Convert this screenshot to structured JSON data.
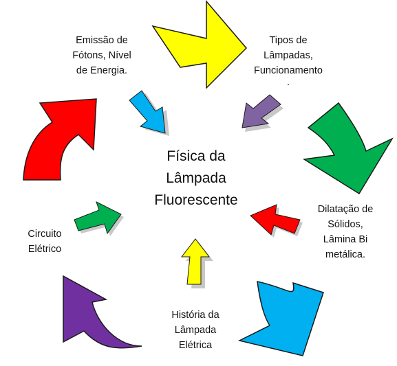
{
  "center": {
    "lines": [
      "Física da",
      "Lâmpada",
      "Fluorescente"
    ]
  },
  "topics": {
    "emissao": {
      "lines": [
        "Emissão  de",
        "Fótons, Nível",
        "de Energia."
      ]
    },
    "tipos": {
      "lines": [
        "Tipos de",
        "Lâmpadas,",
        "Funcionamento",
        "."
      ]
    },
    "dilatacao": {
      "lines": [
        "Dilatação de",
        "Sólidos,",
        "Lâmina Bi",
        "metálica."
      ]
    },
    "historia": {
      "lines": [
        "História da",
        "Lâmpada",
        "Elétrica"
      ]
    },
    "circuito": {
      "lines": [
        "Circuito",
        "Elétrico"
      ]
    }
  },
  "colors": {
    "yellow": "#ffff00",
    "green": "#00b050",
    "blue": "#00b0f0",
    "purple": "#7030a0",
    "red": "#ff0000",
    "inner_blue": "#00b0f0",
    "inner_purple": "#8064a2",
    "inner_red": "#ff0000",
    "inner_yellow": "#ffff00",
    "inner_green": "#00b050",
    "outline": "#1a1a1a",
    "shadow": "#c8c8c8"
  }
}
